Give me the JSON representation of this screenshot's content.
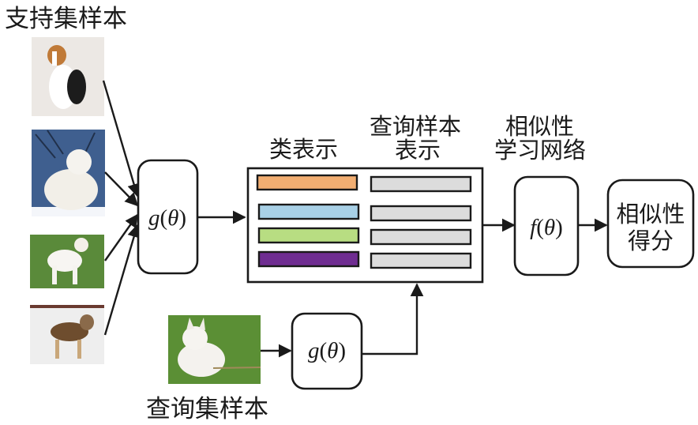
{
  "labels": {
    "support_set": "支持集样本",
    "query_set": "查询集样本",
    "class_repr": "类表示",
    "query_repr_line1": "查询样本",
    "query_repr_line2": "表示",
    "similarity_net_line1": "相似性",
    "similarity_net_line2": "学习网络",
    "similarity_score_line1": "相似性",
    "similarity_score_line2": "得分"
  },
  "functions": {
    "embed_support": {
      "name": "g",
      "arg": "θ"
    },
    "embed_query": {
      "name": "g",
      "arg": "θ"
    },
    "similarity": {
      "name": "f",
      "arg": "θ"
    }
  },
  "support_images": [
    {
      "subject": "beagle-dog",
      "background": "#ece8e4"
    },
    {
      "subject": "samoyed-dog",
      "background": "#3f5f8f"
    },
    {
      "subject": "poodle-dog",
      "background": "#5a8a3a"
    },
    {
      "subject": "husky-dog",
      "background": "#eeeeee"
    }
  ],
  "query_image": {
    "subject": "white-shepherd-dog",
    "background": "#5b8f35"
  },
  "class_bars": [
    {
      "color": "#f2ae72"
    },
    {
      "color": "#a8d0e6"
    },
    {
      "color": "#b8dd82"
    },
    {
      "color": "#6f2d91"
    }
  ],
  "query_bars": [
    {
      "color": "#dcdcdc"
    },
    {
      "color": "#dcdcdc"
    },
    {
      "color": "#dcdcdc"
    },
    {
      "color": "#dcdcdc"
    }
  ]
}
